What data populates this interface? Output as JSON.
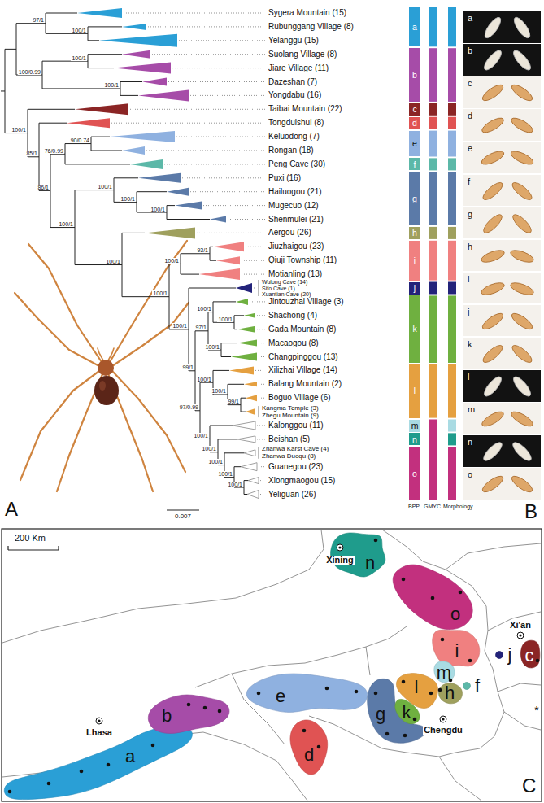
{
  "diagram": {
    "nodes": [
      {
        "text": [
          "a"
        ]
      },
      {
        "text": [
          "b"
        ]
      },
      {
        "text": [
          "c"
        ]
      },
      {
        "text": [
          "d"
        ]
      },
      {
        "text": [
          "e"
        ]
      },
      {
        "text": [
          "f"
        ]
      },
      {
        "text": [
          "g"
        ]
      },
      {
        "text": [
          "h"
        ]
      },
      {
        "text": [
          "i"
        ]
      },
      {
        "text": [
          "j"
        ]
      },
      {
        "text": [
          "k"
        ]
      },
      {
        "text": [
          "l"
        ]
      },
      {
        "text": [
          "m"
        ]
      },
      {
        "text": [
          "n"
        ]
      },
      {
        "text": [
          "o"
        ]
      },
      {
        "text": [
          "a"
        ]
      },
      {
        "text": [
          "b"
        ]
      },
      {
        "text": [
          "c"
        ]
      },
      {
        "text": [
          "d"
        ]
      },
      {
        "text": [
          "e"
        ]
      },
      {
        "text": [
          "f"
        ]
      },
      {
        "text": [
          "g"
        ]
      },
      {
        "text": [
          "h"
        ]
      },
      {
        "text": [
          "i"
        ]
      },
      {
        "text": [
          "j"
        ]
      },
      {
        "text": [
          "k"
        ]
      },
      {
        "text": [
          "l"
        ]
      },
      {
        "text": [
          "m"
        ]
      },
      {
        "text": [
          "n"
        ]
      },
      {
        "text": [
          "o"
        ]
      },
      {
        "text": [
          "n"
        ]
      },
      {
        "text": [
          "o"
        ]
      },
      {
        "text": [
          "i"
        ]
      },
      {
        "text": [
          "j"
        ]
      },
      {
        "text": [
          "c"
        ]
      },
      {
        "text": [
          "m"
        ]
      },
      {
        "text": [
          "f"
        ]
      },
      {
        "text": [
          "l"
        ]
      },
      {
        "text": [
          "h"
        ]
      },
      {
        "text": [
          "e"
        ]
      },
      {
        "text": [
          "k"
        ]
      },
      {
        "text": [
          "g"
        ]
      },
      {
        "text": [
          "b"
        ]
      },
      {
        "text": [
          "a"
        ]
      },
      {
        "text": [
          "d"
        ]
      }
    ],
    "labels": [
      "Sygera Mountain (15)",
      "Rubunggang Village (8)",
      "Yelanggu (15)",
      "Suolang Village (8)",
      "Jiare Village (11)",
      "Dazeshan (7)",
      "Yongdabu (16)",
      "Taibai Mountain (22)",
      "Tongduishui (8)",
      "Keluodong (7)",
      "Rongan (18)",
      "Peng Cave (30)",
      "Puxi (16)",
      "Hailuogou (21)",
      "Mugecuo (12)",
      "Shenmulei (21)",
      "Aergou (26)",
      "Jiuzhaigou (23)",
      "Qiuji Township (11)",
      "Motianling (13)",
      "Wulong Cave (14)",
      "Sifo Cave (1)",
      "Xuantian Cave (20)",
      "Jintouzhai Village (3)",
      "Shachong (4)",
      "Gada Mountain (8)",
      "Macaogou (8)",
      "Changpinggou (13)",
      "Xilizhai Village (14)",
      "Balang Mountain (2)",
      "Boguo Village (6)",
      "Kangma Temple (3)",
      "Zhegu Mountain (9)",
      "Kalonggou (11)",
      "Beishan (5)",
      "Zhanwa Karst Cave (4)",
      "Zhanwa Duoqu (8)",
      "Guanegou (23)",
      "Xiongmaogou (15)",
      "Yeliguan (26)",
      "97/1",
      "100/1",
      "100/1",
      "100/0.99",
      "100/1",
      "100/1",
      "85/1",
      "90/0.74",
      "76/0.99",
      "86/1",
      "100/1",
      "100/1",
      "100/1",
      "100/1",
      "100/1",
      "93/1",
      "100/1",
      "100/1",
      "100/1",
      "100/1",
      "97/1",
      "100/1",
      "99/1",
      "100/1",
      "97/0.99",
      "100/1",
      "99/1",
      "100/1",
      "100/1",
      "100/1",
      "100/1",
      "100/1",
      "100/1",
      "0.007",
      "A",
      "BPP",
      "GMYC",
      "Morphology",
      "B",
      "200 Km",
      "Xining",
      "Xi'an",
      "Lhasa",
      "Chengdu",
      "*",
      "C"
    ]
  }
}
